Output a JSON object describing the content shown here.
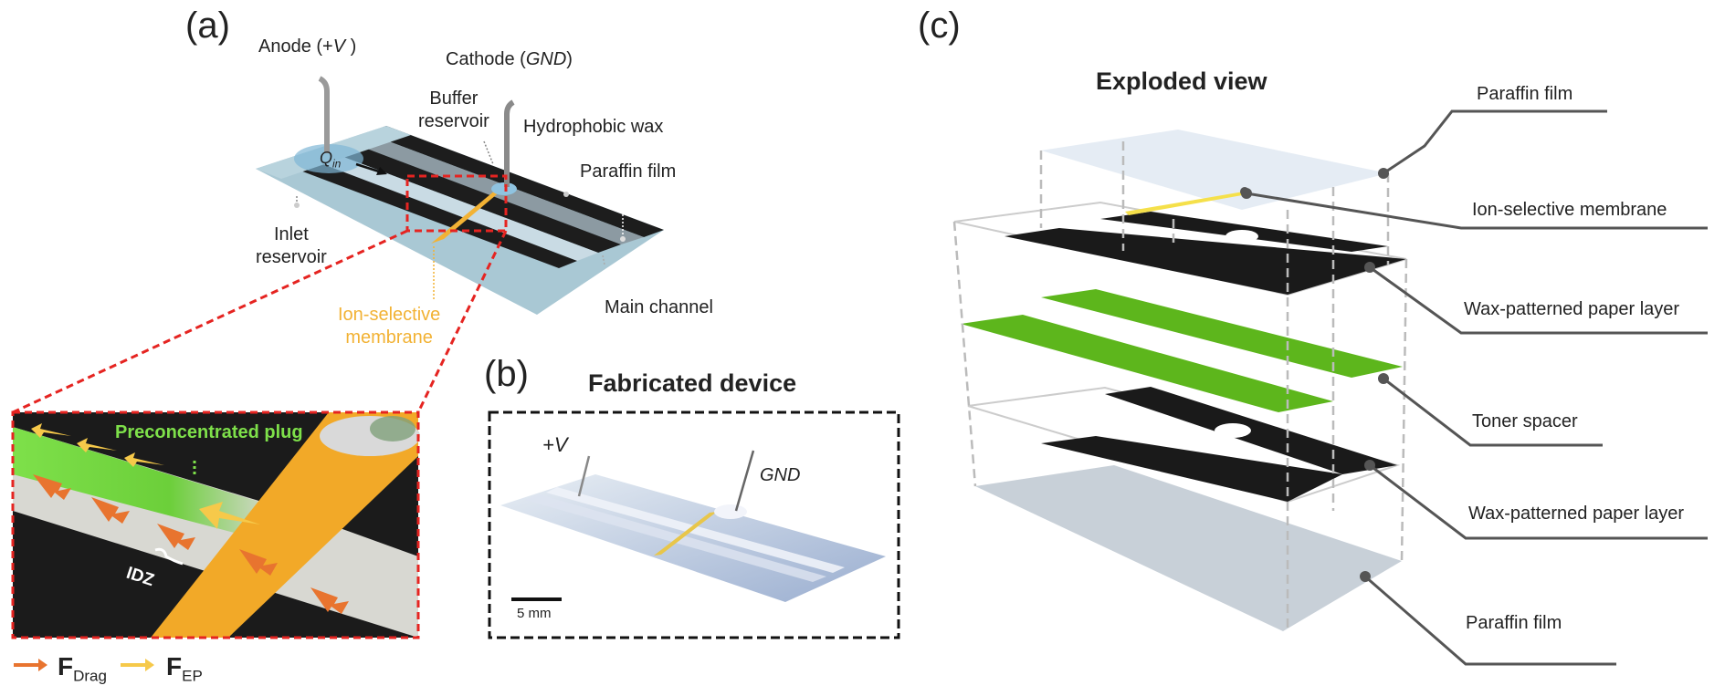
{
  "panels": {
    "a": "(a)",
    "b": "(b)",
    "c": "(c)"
  },
  "panel_a": {
    "anode_prefix": "Anode (+",
    "anode_v": "V",
    "anode_suffix": " )",
    "cathode_prefix": "Cathode (",
    "cathode_gnd": "GND",
    "cathode_suffix": ")",
    "buffer_reservoir": [
      "Buffer",
      "reservoir"
    ],
    "hydrophobic_wax": "Hydrophobic wax",
    "paraffin_film": "Paraffin film",
    "inlet_reservoir": [
      "Inlet",
      "reservoir"
    ],
    "ion_selective_membrane": [
      "Ion-selective",
      "membrane"
    ],
    "main_channel": "Main channel",
    "flow_q": "Q",
    "flow_sub": "in",
    "preconcentrated_plug": "Preconcentrated plug",
    "idz": "IDZ",
    "legend": [
      {
        "main": "F",
        "sub": "Drag",
        "color": "#e8742f"
      },
      {
        "main": "F",
        "sub": "EP",
        "color": "#f6c94a"
      }
    ]
  },
  "panel_b": {
    "title": "Fabricated device",
    "plus_v": "+V",
    "gnd": "GND",
    "scale": "5 mm"
  },
  "panel_c": {
    "title": "Exploded view",
    "layers": [
      "Paraffin film",
      "Ion-selective membrane",
      "Wax-patterned paper layer",
      "Toner spacer",
      "Wax-patterned paper layer",
      "Paraffin film"
    ]
  },
  "colors": {
    "highlight_red": "#e52421",
    "membrane": "#f2b234",
    "toner_green": "#5db61c",
    "plug_green": "#7ee04a",
    "wax_black": "#1d1d1d",
    "paper_blue": "#a9c8d4"
  }
}
